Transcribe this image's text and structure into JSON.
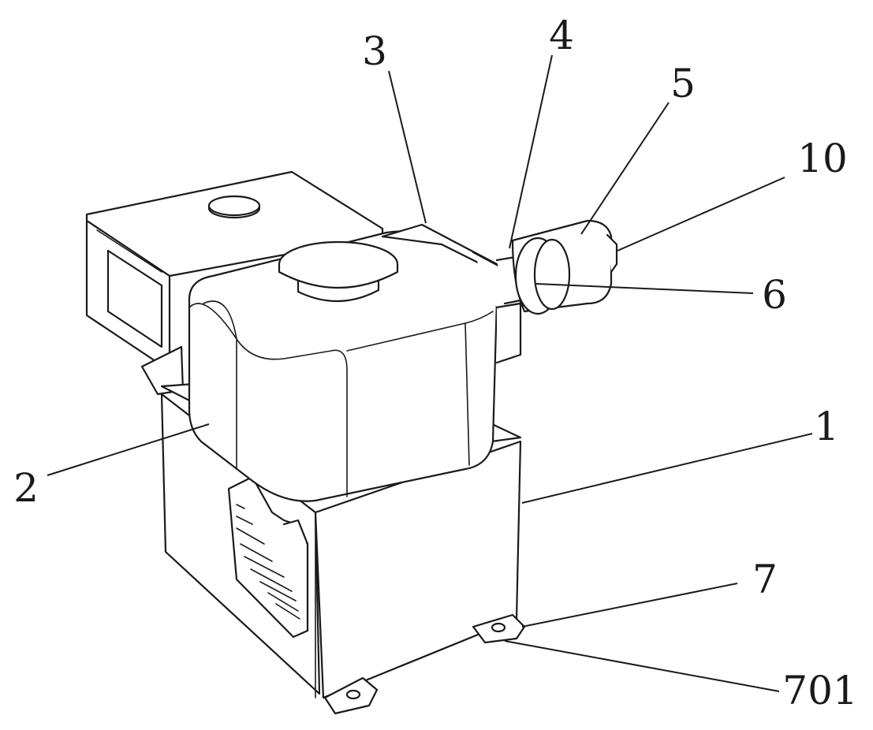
{
  "labels": {
    "l3": "3",
    "l4": "4",
    "l5": "5",
    "l10": "10",
    "l6": "6",
    "l1": "1",
    "l2": "2",
    "l7": "7",
    "l701": "701"
  }
}
